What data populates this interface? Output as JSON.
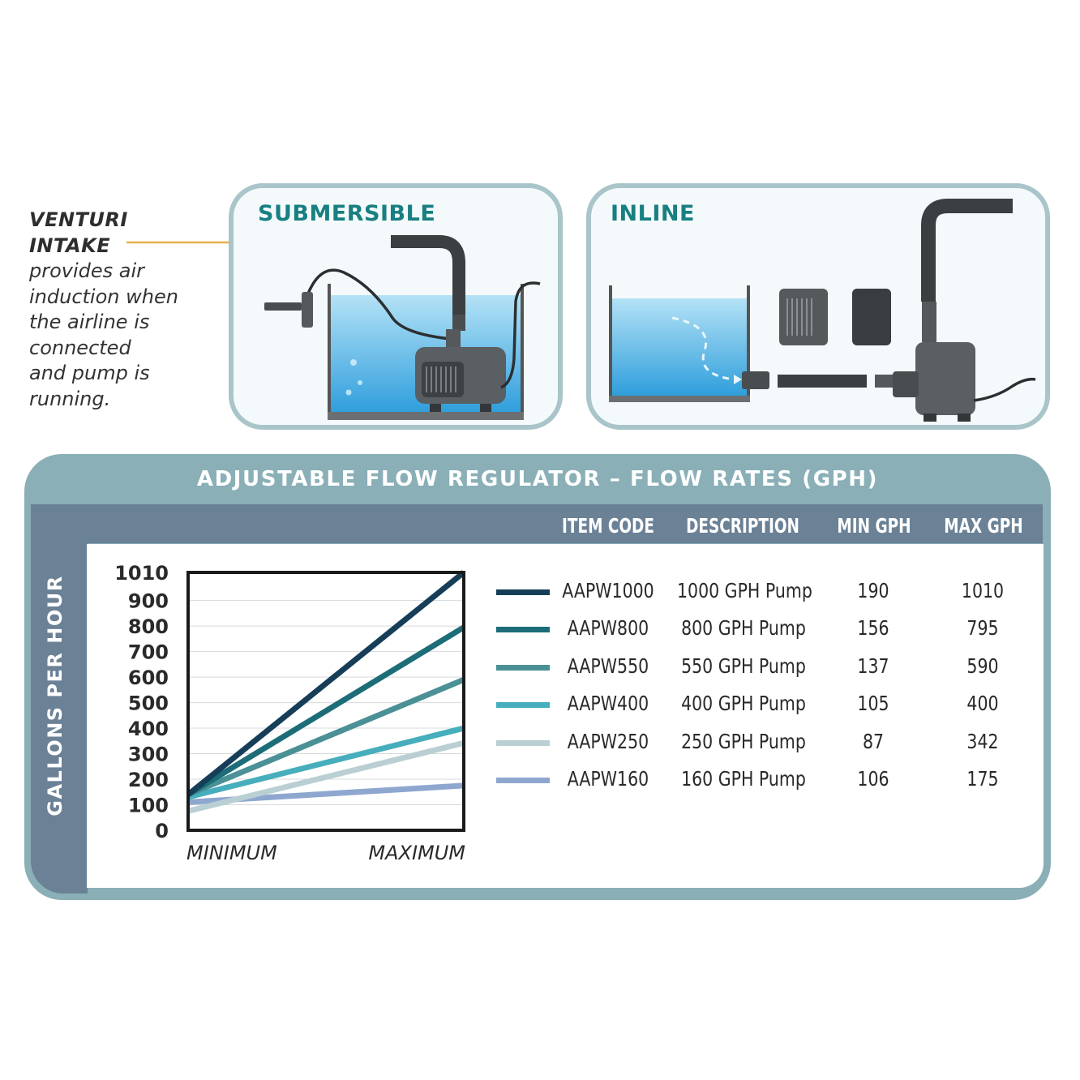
{
  "venturi": {
    "title_line1": "VENTURI",
    "title_line2": "INTAKE",
    "desc_lines": [
      "provides air",
      "induction when",
      "the airline is",
      "connected",
      "and pump is",
      "running."
    ]
  },
  "panels": {
    "submersible": {
      "title": "SUBMERSIBLE"
    },
    "inline": {
      "title": "INLINE"
    }
  },
  "flow": {
    "title": "ADJUSTABLE FLOW REGULATOR – FLOW RATES (GPH)",
    "ylabel": "GALLONS PER HOUR",
    "columns": {
      "code": "ITEM CODE",
      "desc": "DESCRIPTION",
      "min": "MIN GPH",
      "max": "MAX GPH"
    },
    "rows": [
      {
        "code": "AAPW1000",
        "desc": "1000 GPH Pump",
        "min": "190",
        "max": "1010"
      },
      {
        "code": "AAPW800",
        "desc": "800 GPH Pump",
        "min": "156",
        "max": "795"
      },
      {
        "code": "AAPW550",
        "desc": "550 GPH Pump",
        "min": "137",
        "max": "590"
      },
      {
        "code": "AAPW400",
        "desc": "400 GPH Pump",
        "min": "105",
        "max": "400"
      },
      {
        "code": "AAPW250",
        "desc": "250 GPH Pump",
        "min": "87",
        "max": "342"
      },
      {
        "code": "AAPW160",
        "desc": "160 GPH Pump",
        "min": "106",
        "max": "175"
      }
    ]
  },
  "chart_data": {
    "type": "line",
    "title": "",
    "xlabel": "",
    "ylabel": "GALLONS PER HOUR",
    "categories": [
      "MINIMUM",
      "MAXIMUM"
    ],
    "yticks": [
      "0",
      "100",
      "200",
      "300",
      "400",
      "500",
      "600",
      "700",
      "800",
      "900",
      "1010"
    ],
    "ytick_values": [
      0,
      100,
      200,
      300,
      400,
      500,
      600,
      700,
      800,
      900,
      1010
    ],
    "ylim": [
      0,
      1010
    ],
    "grid": true,
    "series": [
      {
        "name": "AAPW1000",
        "values": [
          140,
          1010
        ],
        "color": "#163e58"
      },
      {
        "name": "AAPW800",
        "values": [
          140,
          795
        ],
        "color": "#1c6d77"
      },
      {
        "name": "AAPW550",
        "values": [
          140,
          590
        ],
        "color": "#4a9096"
      },
      {
        "name": "AAPW400",
        "values": [
          130,
          400
        ],
        "color": "#46aebc"
      },
      {
        "name": "AAPW250",
        "values": [
          75,
          342
        ],
        "color": "#b9cfd3"
      },
      {
        "name": "AAPW160",
        "values": [
          110,
          175
        ],
        "color": "#8ea7cf"
      }
    ]
  }
}
